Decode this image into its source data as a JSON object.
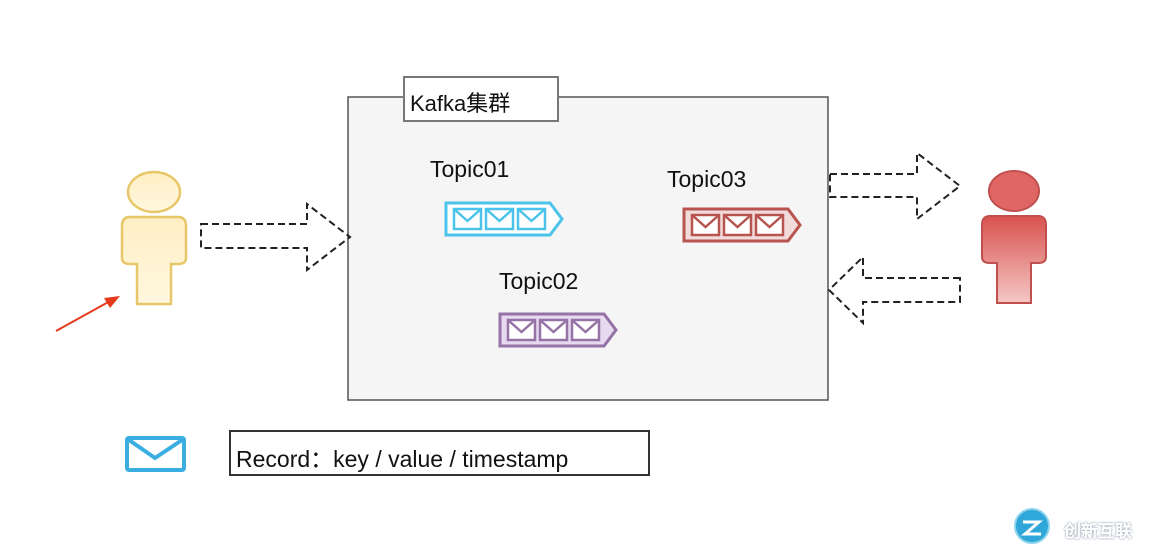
{
  "cluster": {
    "label": "Kafka集群"
  },
  "topics": [
    {
      "name": "Topic01",
      "color": "#4cc3ea"
    },
    {
      "name": "Topic02",
      "color": "#9673a6"
    },
    {
      "name": "Topic03",
      "color": "#b85450"
    }
  ],
  "legend": {
    "record_label": "Record：key / value / timestamp",
    "envelope_color": "#3aaee0"
  },
  "actors": {
    "producer": {
      "fill": "#fff2cc",
      "stroke": "#d6b656"
    },
    "consumer": {
      "fill": "#e06666",
      "stroke": "#b85450"
    }
  },
  "annotation_arrow_color": "#e53a1c",
  "watermark": {
    "text": "创新互联"
  }
}
